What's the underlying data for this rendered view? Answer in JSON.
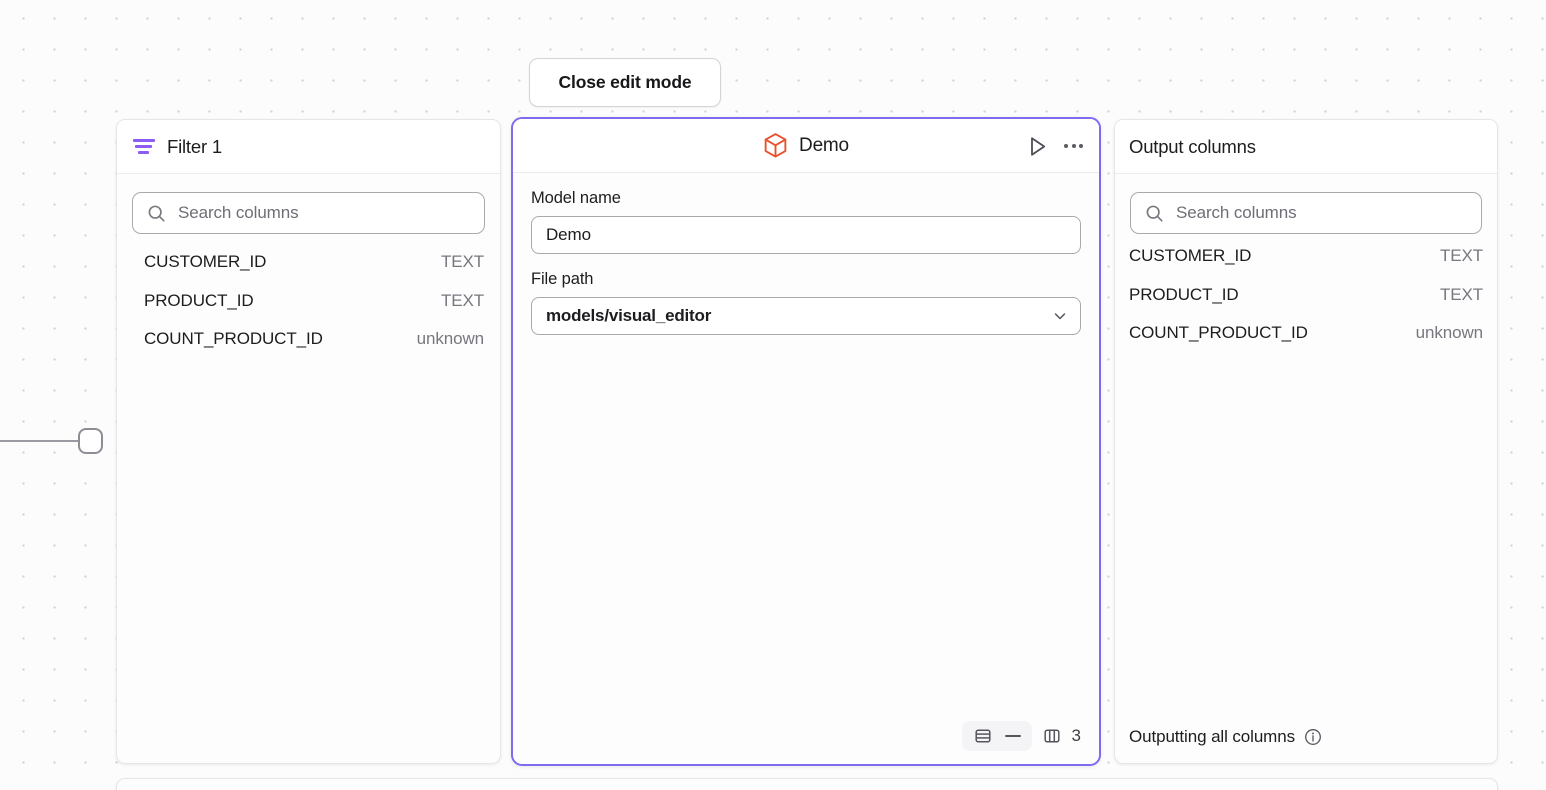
{
  "toolbar": {
    "close_edit_mode_label": "Close edit mode"
  },
  "filter_panel": {
    "title": "Filter 1",
    "icon": "filter-icon",
    "search": {
      "placeholder": "Search columns",
      "value": "",
      "icon": "search-icon"
    },
    "columns": [
      {
        "name": "CUSTOMER_ID",
        "type": "TEXT"
      },
      {
        "name": "PRODUCT_ID",
        "type": "TEXT"
      },
      {
        "name": "COUNT_PRODUCT_ID",
        "type": "unknown"
      }
    ]
  },
  "model_panel": {
    "title": "Demo",
    "icon": "cube-icon",
    "accent_color": "#7d6cf0",
    "cube_color": "#e8512b",
    "actions": {
      "run_icon": "play-icon",
      "more_icon": "ellipsis-icon"
    },
    "fields": {
      "model_name_label": "Model name",
      "model_name_value": "Demo",
      "file_path_label": "File path",
      "file_path_value": "models/visual_editor",
      "file_path_chevron": "chevron-down-icon"
    },
    "footer": {
      "rows_icon": "rows-icon",
      "rows_value": "—",
      "columns_icon": "columns-icon",
      "columns_value": "3"
    }
  },
  "output_panel": {
    "title": "Output columns",
    "search": {
      "placeholder": "Search columns",
      "value": "",
      "icon": "search-icon"
    },
    "columns": [
      {
        "name": "CUSTOMER_ID",
        "type": "TEXT"
      },
      {
        "name": "PRODUCT_ID",
        "type": "TEXT"
      },
      {
        "name": "COUNT_PRODUCT_ID",
        "type": "unknown"
      }
    ],
    "footer_text": "Outputting all columns",
    "footer_icon": "info-icon"
  }
}
